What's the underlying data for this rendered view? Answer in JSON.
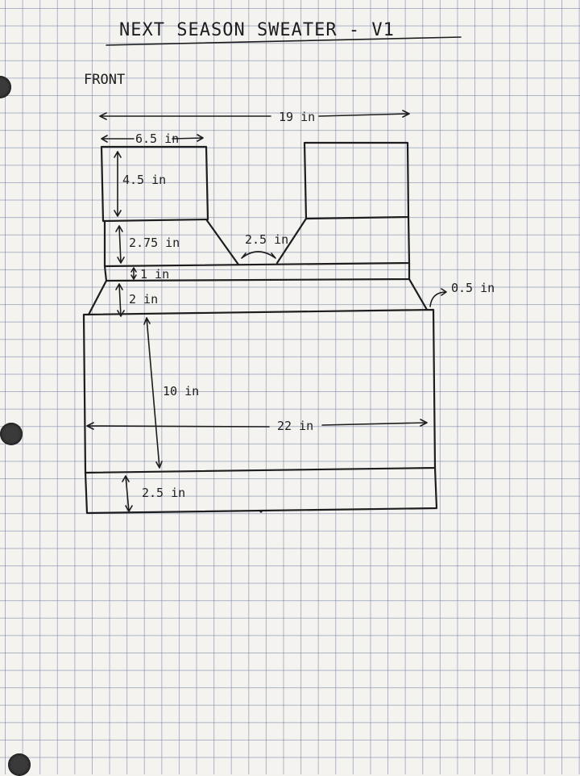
{
  "title": "NEXT SEASON SWEATER - V1",
  "view_label": "FRONT",
  "dimensions": {
    "top_width": "19 in",
    "shoulder_width": "6.5 in",
    "shoulder_height": "4.5 in",
    "neck_depth": "2.75 in",
    "neck_width": "2.5 in",
    "band_height": "1 in",
    "armhole_height": "2 in",
    "armhole_inset": "0.5 in",
    "body_length": "10 in",
    "body_width": "22 in",
    "ribbing_height": "2.5 in"
  },
  "colors": {
    "paper": "#f4f3ef",
    "grid": "#6e7da0",
    "ink": "#1d1d1f"
  }
}
